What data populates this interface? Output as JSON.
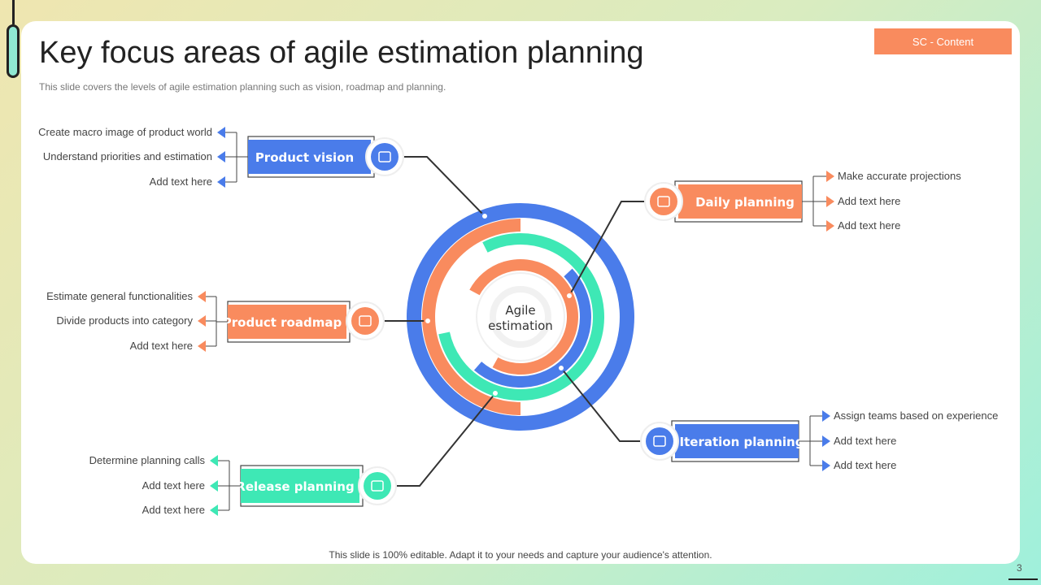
{
  "title": "Key focus areas of agile estimation planning",
  "subtitle": "This slide covers the levels of agile estimation planning such as vision, roadmap and planning.",
  "tag": "SC - Content",
  "footer": "This slide is 100% editable. Adapt it to your needs and capture your audience's attention.",
  "page_number": "3",
  "center": {
    "line1": "Agile",
    "line2": "estimation"
  },
  "colors": {
    "blue": "#4a7cea",
    "orange": "#f98b5e",
    "green": "#3ee8b5"
  },
  "nodes": [
    {
      "label": "Product vision",
      "color": "#4a7cea",
      "icon": "search-analytics-icon",
      "items": [
        "Create macro image of product world",
        "Understand priorities and estimation",
        "Add text here"
      ]
    },
    {
      "label": "Product roadmap",
      "color": "#f98b5e",
      "icon": "roadmap-icon",
      "items": [
        "Estimate general functionalities",
        "Divide  products into category",
        "Add text here"
      ]
    },
    {
      "label": "Release planning",
      "color": "#3ee8b5",
      "icon": "laptop-release-icon",
      "items": [
        "Determine  planning calls",
        "Add text here",
        "Add text here"
      ]
    },
    {
      "label": "Daily planning",
      "color": "#f98b5e",
      "icon": "calendar-check-icon",
      "items": [
        "Make accurate projections",
        "Add text here",
        "Add text here"
      ]
    },
    {
      "label": "Iteration planning",
      "color": "#4a7cea",
      "icon": "iteration-cycle-icon",
      "items": [
        "Assign teams based on experience",
        "Add text here",
        "Add text here"
      ]
    }
  ]
}
